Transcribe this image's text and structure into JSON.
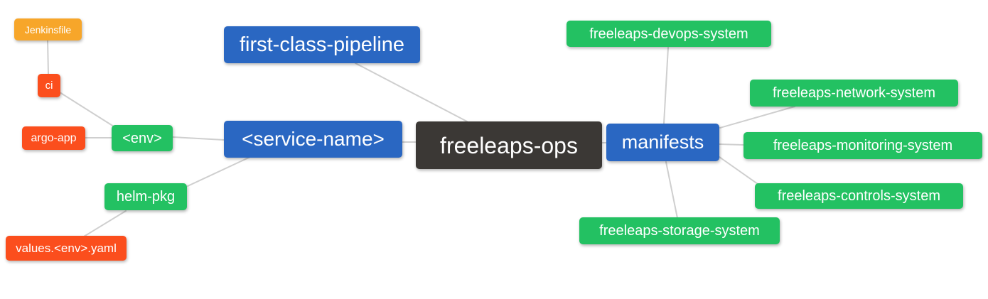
{
  "diagram": {
    "type": "mindmap",
    "root": "freeleaps-ops"
  },
  "palette": {
    "root_node": "#3b3835",
    "branch_blue": "#2a67c2",
    "leaf_green": "#23c162",
    "leaf_red": "#fb4e1d",
    "leaf_amber": "#f7a62a",
    "edge_gray": "#cfcfcf",
    "text": "#ffffff",
    "background": "#ffffff"
  },
  "nodes": {
    "root": {
      "label": "freeleaps-ops"
    },
    "first_class_pipeline": {
      "label": "first-class-pipeline"
    },
    "service_name": {
      "label": "<service-name>"
    },
    "env": {
      "label": "<env>"
    },
    "ci": {
      "label": "ci"
    },
    "jenkinsfile": {
      "label": "Jenkinsfile"
    },
    "argo_app": {
      "label": "argo-app"
    },
    "helm_pkg": {
      "label": "helm-pkg"
    },
    "values_env_yaml": {
      "label": "values.<env>.yaml"
    },
    "manifests": {
      "label": "manifests"
    },
    "devops_system": {
      "label": "freeleaps-devops-system"
    },
    "network_system": {
      "label": "freeleaps-network-system"
    },
    "monitoring_system": {
      "label": "freeleaps-monitoring-system"
    },
    "controls_system": {
      "label": "freeleaps-controls-system"
    },
    "storage_system": {
      "label": "freeleaps-storage-system"
    }
  },
  "edges": [
    {
      "from": "freeleaps-ops",
      "to": "first-class-pipeline"
    },
    {
      "from": "freeleaps-ops",
      "to": "<service-name>"
    },
    {
      "from": "freeleaps-ops",
      "to": "manifests"
    },
    {
      "from": "<service-name>",
      "to": "<env>"
    },
    {
      "from": "<service-name>",
      "to": "helm-pkg"
    },
    {
      "from": "<env>",
      "to": "ci"
    },
    {
      "from": "<env>",
      "to": "argo-app"
    },
    {
      "from": "ci",
      "to": "Jenkinsfile"
    },
    {
      "from": "helm-pkg",
      "to": "values.<env>.yaml"
    },
    {
      "from": "manifests",
      "to": "freeleaps-devops-system"
    },
    {
      "from": "manifests",
      "to": "freeleaps-network-system"
    },
    {
      "from": "manifests",
      "to": "freeleaps-monitoring-system"
    },
    {
      "from": "manifests",
      "to": "freeleaps-controls-system"
    },
    {
      "from": "manifests",
      "to": "freeleaps-storage-system"
    }
  ]
}
